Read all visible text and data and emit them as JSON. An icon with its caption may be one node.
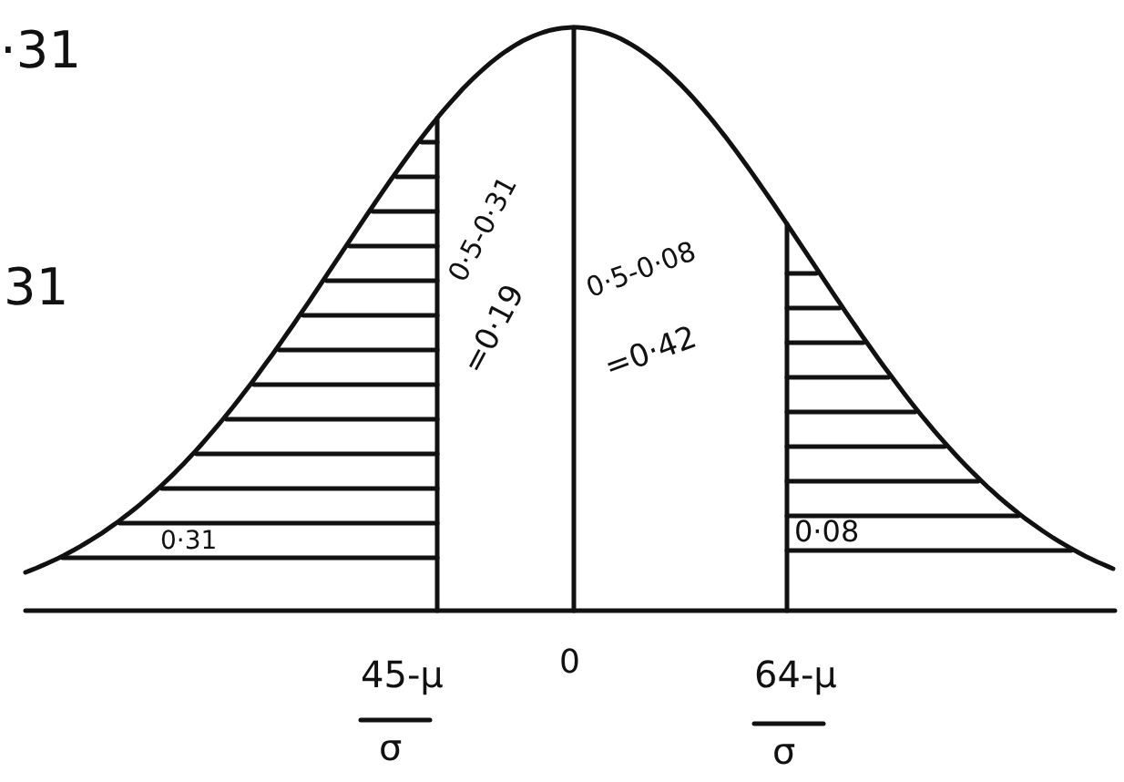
{
  "diagram": {
    "labels": [
      "·31",
      "31",
      "0·5-0·31",
      "=0·19",
      "0·5-0·08",
      "=0·42",
      "0·31",
      "0·08",
      "45-μ",
      "σ",
      "0",
      "64-μ",
      "σ"
    ]
  }
}
